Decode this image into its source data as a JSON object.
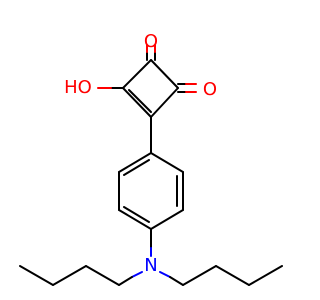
{
  "molecule": {
    "atom_labels": {
      "oxygen_top": "O",
      "oxygen_right": "O",
      "hydroxyl": "HO",
      "nitrogen": "N"
    },
    "colors": {
      "bond": "#000000",
      "oxygen": "#ff0000",
      "nitrogen": "#0000ff",
      "background": "#ffffff"
    }
  }
}
